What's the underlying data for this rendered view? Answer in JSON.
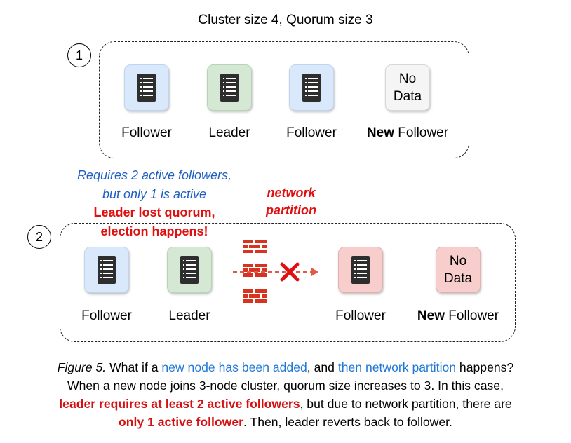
{
  "title": "Cluster size 4, Quorum size 3",
  "colors": {
    "follower_fill": "#dae8fc",
    "leader_fill": "#d5e8d4",
    "nodata_fill": "#f5f5f5",
    "partitioned_fill": "#f8cecc",
    "note_blue": "#1f5fc2",
    "alert_red": "#e01010"
  },
  "step1": {
    "number": "1",
    "nodes": [
      {
        "type": "follower",
        "icon": "server-icon",
        "label": "Follower"
      },
      {
        "type": "leader",
        "icon": "server-icon",
        "label": "Leader"
      },
      {
        "type": "follower",
        "icon": "server-icon",
        "label": "Follower"
      },
      {
        "type": "new",
        "text_line1": "No",
        "text_line2": "Data",
        "label_bold": "New",
        "label_rest": " Follower"
      }
    ]
  },
  "notes": {
    "blue_line1": "Requires 2 active followers,",
    "blue_line2": "but only 1 is active",
    "red_line1": "Leader lost quorum,",
    "red_line2": "election happens!",
    "partition_line1": "network",
    "partition_line2": "partition"
  },
  "step2": {
    "number": "2",
    "nodes": [
      {
        "type": "follower",
        "icon": "server-icon",
        "label": "Follower"
      },
      {
        "type": "leader",
        "icon": "server-icon",
        "label": "Leader"
      },
      {
        "type": "partitioned",
        "icon": "server-icon",
        "label": "Follower"
      },
      {
        "type": "new",
        "text_line1": "No",
        "text_line2": "Data",
        "label_bold": "New",
        "label_rest": " Follower"
      }
    ],
    "partition_icons": [
      "firewall-icon",
      "blocked-arrow-icon"
    ]
  },
  "caption": {
    "fig": "Figure 5.",
    "p1": " What if a ",
    "b1": "new node has been added",
    "p2": ", and ",
    "b2": "then network partition",
    "p3": " happens?",
    "line2": "When a new node joins 3-node cluster, quorum size increases to 3. In this case,",
    "r1": "leader requires at least 2 active followers",
    "p4": ", but due to network partition, there are",
    "r2": "only 1 active follower",
    "p5": ". Then, leader reverts back to follower."
  }
}
